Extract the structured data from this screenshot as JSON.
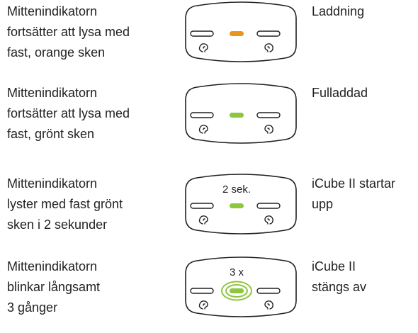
{
  "colors": {
    "orange": "#e8961e",
    "green": "#8dc63f",
    "outline": "#231f20"
  },
  "rows": [
    {
      "description": "Mittenindikatorn\nfortsätter att lysa med\nfast, orange sken",
      "status": "Laddning",
      "timing": "",
      "center_led": "orange",
      "blinking": false
    },
    {
      "description": "Mittenindikatorn\nfortsätter att lysa med\nfast, grönt sken",
      "status": "Fulladdad",
      "timing": "",
      "center_led": "green",
      "blinking": false
    },
    {
      "description": "Mittenindikatorn\nlyster med fast grönt\nsken i 2 sekunder",
      "status": "iCube II startar\nupp",
      "timing": "2 sek.",
      "center_led": "green",
      "blinking": false
    },
    {
      "description": "Mittenindikatorn\nblinkar långsamt\n3 gånger",
      "status": "iCube II\nstängs av",
      "timing": "3 x",
      "center_led": "green",
      "blinking": true
    }
  ]
}
